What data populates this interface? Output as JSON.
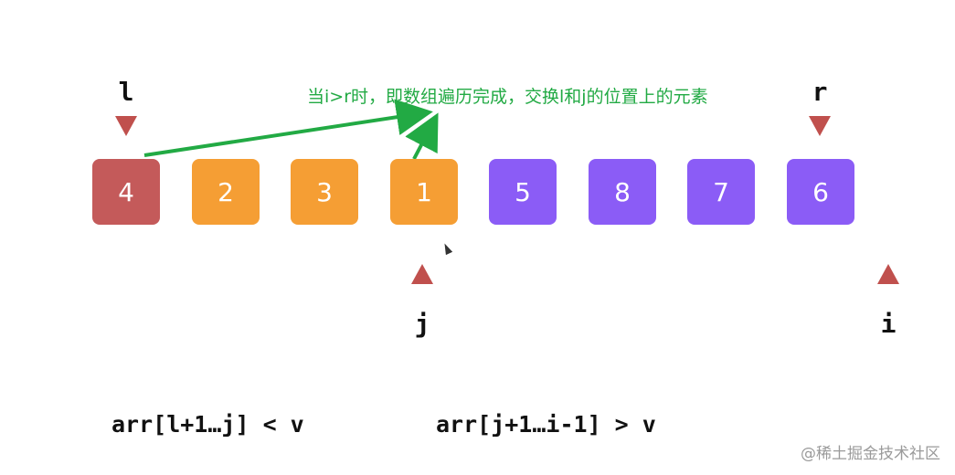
{
  "annotation": "当i>r时，即数组遍历完成，交换l和j的位置上的元素",
  "array": [
    {
      "value": "4",
      "role": "pivot"
    },
    {
      "value": "2",
      "role": "less"
    },
    {
      "value": "3",
      "role": "less"
    },
    {
      "value": "1",
      "role": "less"
    },
    {
      "value": "5",
      "role": "greater"
    },
    {
      "value": "8",
      "role": "greater"
    },
    {
      "value": "7",
      "role": "greater"
    },
    {
      "value": "6",
      "role": "greater"
    }
  ],
  "colors": {
    "pivot": "#c45a5a",
    "less": "#f59e34",
    "greater": "#8b5cf6",
    "pointer": "#c0504d",
    "arrow": "#22aa44"
  },
  "pointers": {
    "l": "l",
    "r": "r",
    "j": "j",
    "i": "i"
  },
  "formulas": {
    "left": "arr[l+1…j] < v",
    "right": "arr[j+1…i-1] > v"
  },
  "watermark": "@稀土掘金技术社区"
}
